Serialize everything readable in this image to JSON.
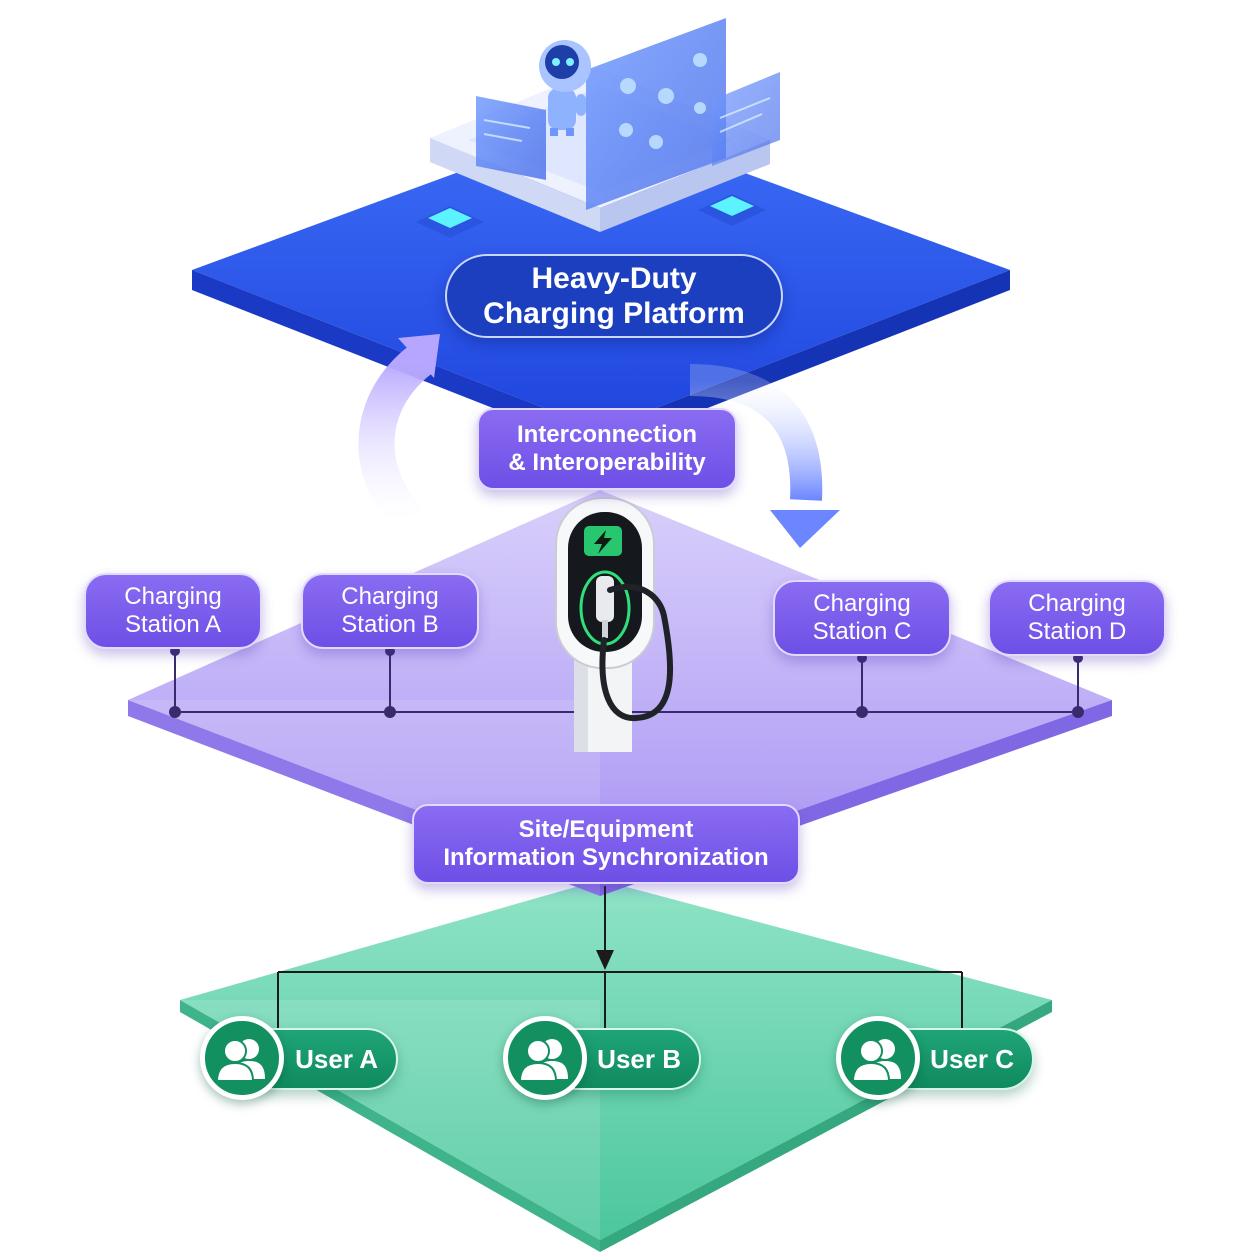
{
  "platform": {
    "title_line1": "Heavy-Duty",
    "title_line2": "Charging Platform"
  },
  "interconnection": {
    "line1": "Interconnection",
    "line2": "& Interoperability"
  },
  "stations": [
    {
      "line1": "Charging",
      "line2": "Station A"
    },
    {
      "line1": "Charging",
      "line2": "Station B"
    },
    {
      "line1": "Charging",
      "line2": "Station C"
    },
    {
      "line1": "Charging",
      "line2": "Station D"
    }
  ],
  "sync": {
    "line1": "Site/Equipment",
    "line2": "Information Synchronization"
  },
  "users": [
    {
      "label": "User A"
    },
    {
      "label": "User B"
    },
    {
      "label": "User C"
    }
  ],
  "colors": {
    "platform_layer": "#2f5cf0",
    "station_layer": "#b9a9f5",
    "user_layer": "#7fdcbc",
    "title_pill": "#1c3fbf",
    "violet_pill": "#7a5cf0",
    "green_pill": "#12905f"
  },
  "icons": {
    "robot": "robot-icon",
    "charger": "ev-charger-icon",
    "bolt": "lightning-bolt-icon",
    "users": "users-group-icon",
    "sync_arrow": "circular-arrow-icon"
  }
}
